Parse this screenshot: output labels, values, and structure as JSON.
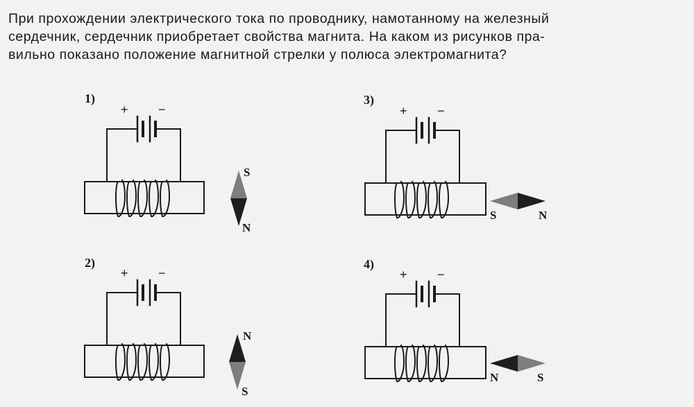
{
  "question": {
    "lines": [
      "При прохождении электрического тока по проводнику, намотанному на железный",
      "сердечник, сердечник приобретает свойства магнита. На каком из рисунков пра-",
      "вильно показано положение магнитной стрелки у полюса электромагнита?"
    ]
  },
  "battery": {
    "plus": "+",
    "minus": "−"
  },
  "options": [
    {
      "number": "1)",
      "orientation": "vertical",
      "top_pole": "S",
      "bottom_pole": "N"
    },
    {
      "number": "2)",
      "orientation": "vertical",
      "top_pole": "N",
      "bottom_pole": "S"
    },
    {
      "number": "3)",
      "orientation": "horizontal",
      "left_pole": "S",
      "right_pole": "N"
    },
    {
      "number": "4)",
      "orientation": "horizontal",
      "left_pole": "N",
      "right_pole": "S"
    }
  ],
  "colors": {
    "ink": "#1a1a1a",
    "needle_dark": "#1e1e1e",
    "needle_light": "#7e7e7e",
    "paper": "#f2f2f0"
  }
}
